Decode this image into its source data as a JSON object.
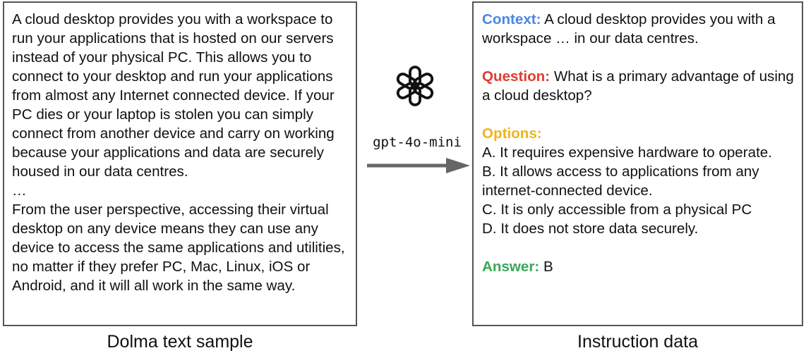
{
  "source_sample": {
    "paragraph_1": "A cloud desktop provides you with a workspace to run your applications that is hosted on our servers instead of your physical PC. This allows you to connect to your desktop and run your applications from almost any Internet connected device. If your PC dies or your laptop is stolen you can simply connect from another device and carry on working because your applications and data are securely housed in our data centres.",
    "ellipsis": "…",
    "paragraph_2": "From the user perspective, accessing their virtual desktop on any device means they can use any device to access the same applications and utilities, no matter if they prefer PC, Mac, Linux, iOS or Android, and it will all work in the same way.",
    "caption": "Dolma text sample"
  },
  "model": {
    "label": "gpt-4o-mini",
    "icon": "openai-logo-icon"
  },
  "instruction": {
    "context_label": "Context:",
    "context_text": "A cloud desktop provides you with a workspace … in our data centres.",
    "question_label": "Question:",
    "question_text": "What is a primary advantage of using a cloud desktop?",
    "options_label": "Options:",
    "options": [
      "A. It requires expensive hardware to operate.",
      "B. It allows access to applications from any internet-connected device.",
      "C. It is only accessible from a physical PC",
      "D. It does not store data securely."
    ],
    "answer_label": "Answer:",
    "answer_text": "B",
    "caption": "Instruction data"
  },
  "colors": {
    "context": "#4a86e8",
    "question": "#e03c31",
    "options": "#f1b31c",
    "answer": "#3aa757",
    "arrow": "#666666",
    "border": "#555555"
  }
}
